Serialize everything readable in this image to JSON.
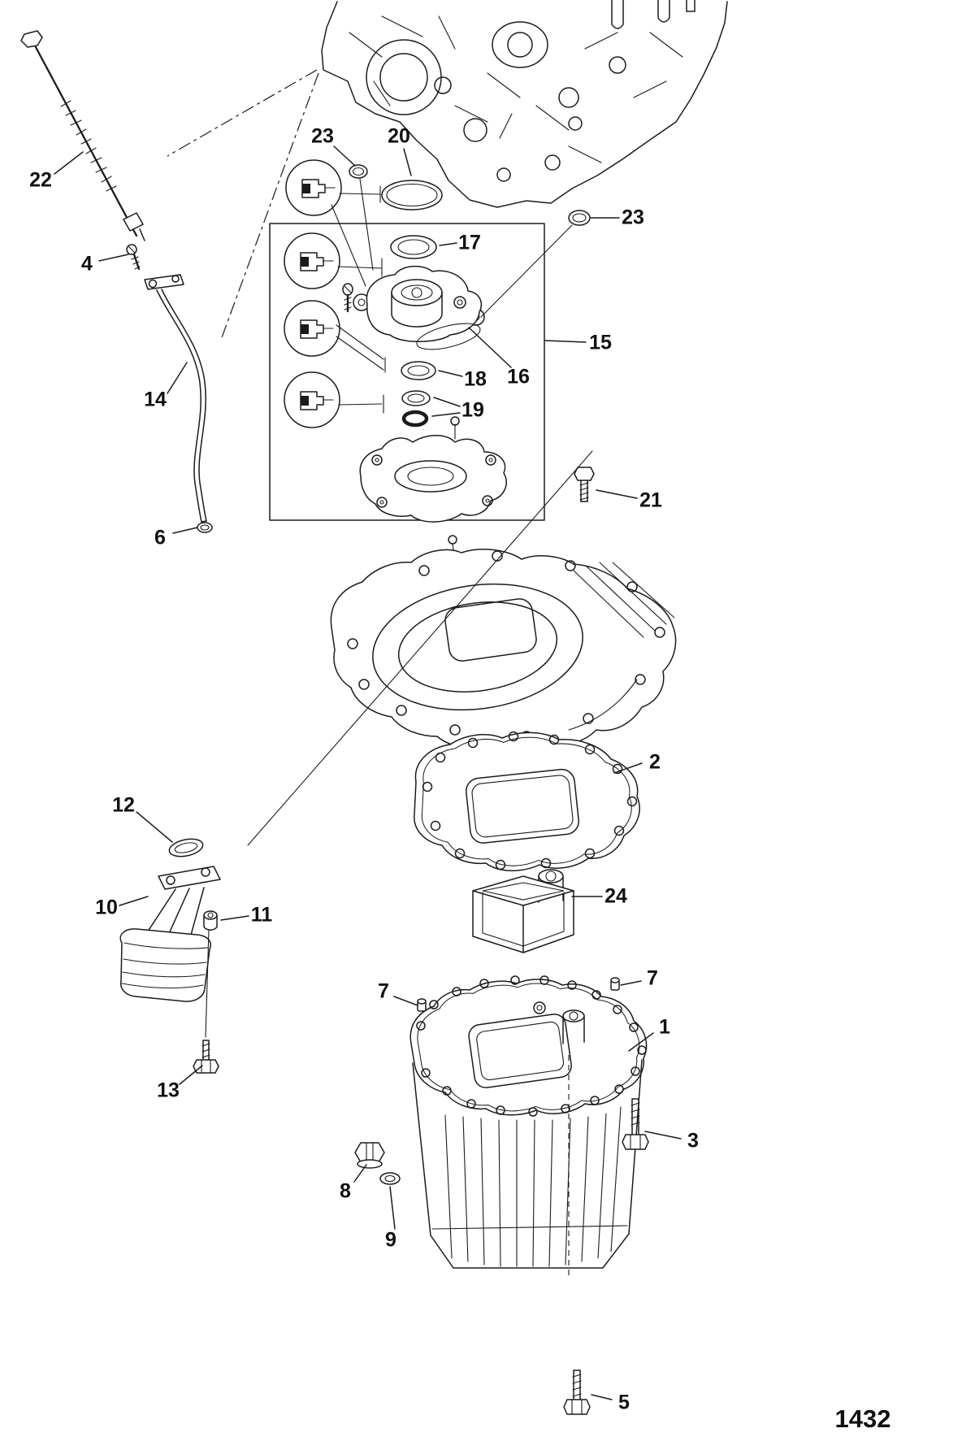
{
  "diagram": {
    "drawing_number": "1432",
    "callouts": [
      {
        "label": "22"
      },
      {
        "label": "4"
      },
      {
        "label": "14"
      },
      {
        "label": "6"
      },
      {
        "label": "23"
      },
      {
        "label": "20"
      },
      {
        "label": "17"
      },
      {
        "label": "15"
      },
      {
        "label": "23"
      },
      {
        "label": "16"
      },
      {
        "label": "18"
      },
      {
        "label": "19"
      },
      {
        "label": "21"
      },
      {
        "label": "2"
      },
      {
        "label": "24"
      },
      {
        "label": "12"
      },
      {
        "label": "10"
      },
      {
        "label": "11"
      },
      {
        "label": "13"
      },
      {
        "label": "7"
      },
      {
        "label": "7"
      },
      {
        "label": "1"
      },
      {
        "label": "3"
      },
      {
        "label": "8"
      },
      {
        "label": "9"
      },
      {
        "label": "5"
      }
    ]
  }
}
